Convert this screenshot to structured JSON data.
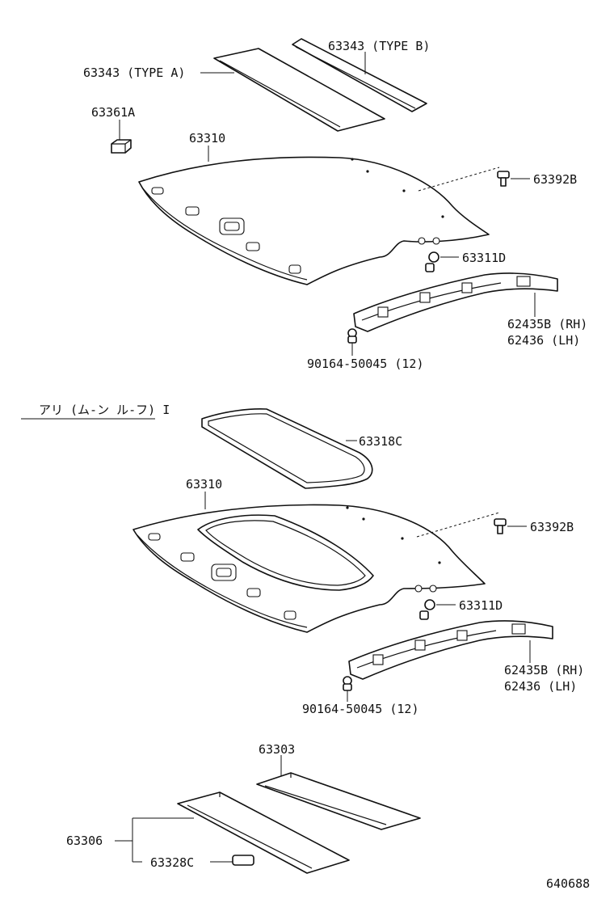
{
  "colors": {
    "ink": "#111111",
    "paper": "#ffffff"
  },
  "labels": {
    "pad_type_b": "63343 (TYPE  B)",
    "pad_type_a": "63343 (TYPE  A)",
    "block_top": "63361A",
    "headlining_top": "63310",
    "clip_top": "63392B",
    "screw_top": "63311D",
    "rail_rh_top": "62435B (RH)",
    "rail_lh_top": "62436  (LH)",
    "bolt_top": "90164-50045 (12)",
    "section_header": "アリ (ム-ン  ル-フ) I",
    "seal": "63318C",
    "headlining_bottom": "63310",
    "clip_bottom": "63392B",
    "screw_bottom": "63311D",
    "rail_rh_bottom": "62435B (RH)",
    "rail_lh_bottom": "62436  (LH)",
    "bolt_bottom": "90164-50045 (12)",
    "shade_front": "63303",
    "shade_rear": "63306",
    "shade_knob": "63328C",
    "catalog_number": "640688"
  }
}
